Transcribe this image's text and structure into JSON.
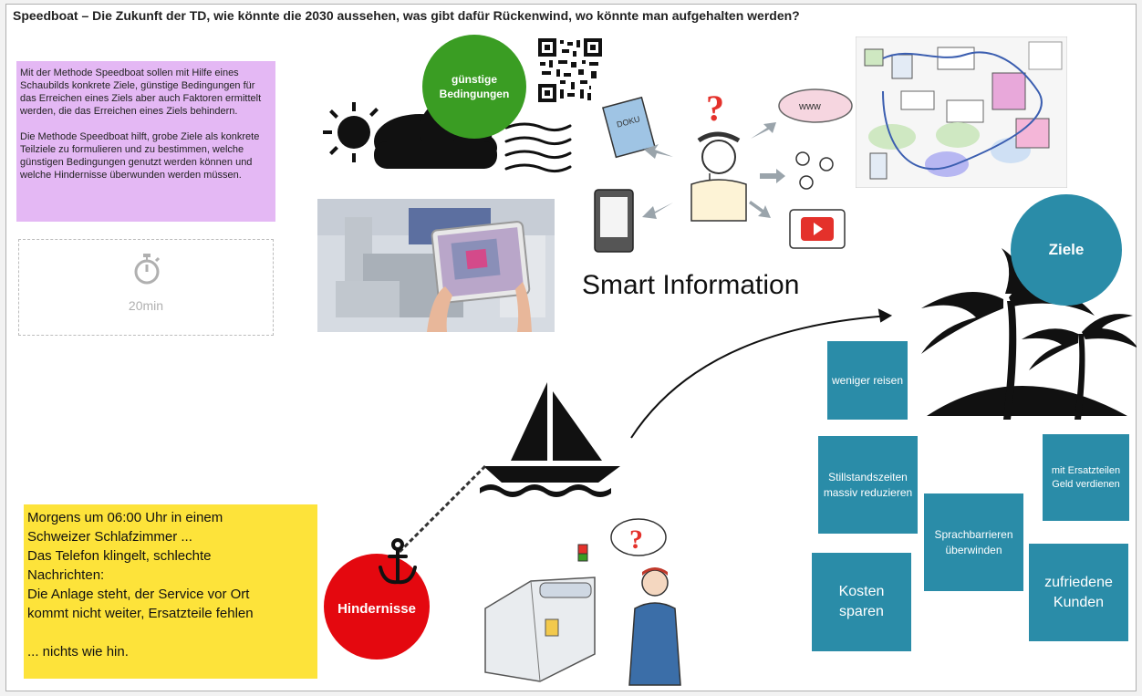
{
  "board": {
    "title": "Speedboat – Die Zukunft der TD, wie könnte die 2030 aussehen, was gibt dafür Rückenwind, wo könnte man aufgehalten werden?"
  },
  "method_note": {
    "paragraphs": [
      "Mit der Methode Speedboat sollen mit Hilfe eines Schaubilds konkrete Ziele, günstige Bedingungen für das Erreichen eines Ziels aber auch Faktoren ermittelt werden, die das Erreichen eines Ziels behindern.",
      "Die Methode Speedboat hilft, grobe Ziele als konkrete Teilziele zu formulieren und zu bestimmen, welche günstigen Bedingungen genutzt werden können und welche Hindernisse überwunden werden müssen."
    ]
  },
  "timer": {
    "label": "20min",
    "icon": "stopwatch-icon"
  },
  "circles": {
    "conditions": "günstige Bedingungen",
    "goals": "Ziele",
    "obstacles": "Hindernisse"
  },
  "smart_information": "Smart Information",
  "story_note": {
    "lines": [
      "Morgens um 06:00 Uhr in einem",
      "Schweizer Schlafzimmer ...",
      "Das Telefon klingelt, schlechte",
      "Nachrichten:",
      "Die Anlage steht, der Service vor Ort",
      "kommt nicht weiter, Ersatzteile fehlen",
      "",
      "... nichts wie hin."
    ]
  },
  "goal_notes": [
    {
      "text": "weniger reisen"
    },
    {
      "text": "Stillstandszeiten massiv reduzieren"
    },
    {
      "text": "mit Ersatzteilen Geld verdienen"
    },
    {
      "text": "Sprachbarrieren überwinden"
    },
    {
      "text": "Kosten sparen"
    },
    {
      "text": "zufriedene Kunden"
    }
  ],
  "sketch_labels": {
    "book": "DOKU",
    "web": "www"
  },
  "colors": {
    "purple_note": "#e4b8f4",
    "yellow_note": "#fde33a",
    "sticky_blue": "#2a8ca8",
    "green": "#3a9d23",
    "red": "#e4080f"
  }
}
